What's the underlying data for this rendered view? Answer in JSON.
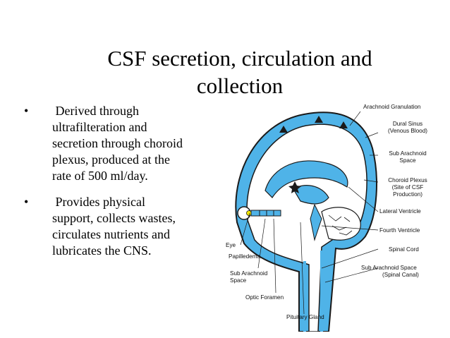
{
  "title": {
    "line1": "CSF secretion, circulation and",
    "line2": "collection"
  },
  "bullets": [
    {
      "marker": "•",
      "lines": [
        " Derived through",
        "ultrafilteration and",
        "secretion through choroid",
        "plexus, produced at the",
        "rate of 500 ml/day."
      ]
    },
    {
      "marker": "•",
      "lines": [
        " Provides physical",
        "support, collects wastes,",
        "circulates nutrients and",
        "lubricates the CNS."
      ]
    }
  ],
  "diagram": {
    "labels_right": {
      "arachnoid_granulation": "Arachnoid Granulation",
      "dural_sinus_1": "Dural Sinus",
      "dural_sinus_2": "(Venous Blood)",
      "sub_arachnoid_1": "Sub Arachnoid",
      "sub_arachnoid_2": "Space",
      "choroid_plexus_1": "Choroid Plexus",
      "choroid_plexus_2": "(Site of CSF",
      "choroid_plexus_3": "Production)",
      "lateral_ventricle": "Lateral Ventricle",
      "fourth_ventricle": "Fourth Ventricle",
      "spinal_cord": "Spinal Cord",
      "sub_arachnoid_spinal_1": "Sub Arachnoid Space",
      "sub_arachnoid_spinal_2": "(Spinal Canal)"
    },
    "labels_left": {
      "eye": "Eye",
      "papilledema": "Papilledema",
      "sub_arachnoid_1": "Sub Arachnoid",
      "sub_arachnoid_2": "Space",
      "optic_foramen": "Optic Foramen",
      "pituitary_gland": "Pituitary Gland"
    },
    "colors": {
      "csf": "#4fb3e8",
      "outline": "#1a1a1a",
      "papilledema": "#f2e600"
    }
  }
}
